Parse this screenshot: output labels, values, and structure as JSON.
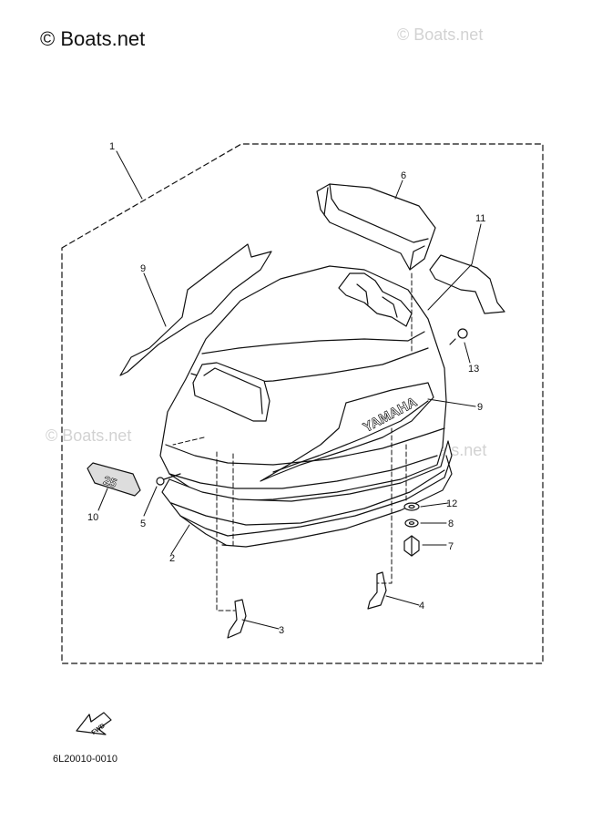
{
  "watermarks": {
    "main": "© Boats.net",
    "top_right": "© Boats.net",
    "mid_left": "© Boats.net",
    "mid_right": "© Boats.net"
  },
  "cowling": {
    "brand_text": "YAMAHA",
    "emblem_text": "25"
  },
  "fwd_badge": "FWD",
  "diagram_code": "6L20010-0010",
  "callouts": {
    "c1": "1",
    "c2": "2",
    "c3": "3",
    "c4": "4",
    "c5": "5",
    "c6": "6",
    "c7": "7",
    "c8": "8",
    "c9a": "9",
    "c9b": "9",
    "c10": "10",
    "c11": "11",
    "c12": "12",
    "c13": "13"
  }
}
